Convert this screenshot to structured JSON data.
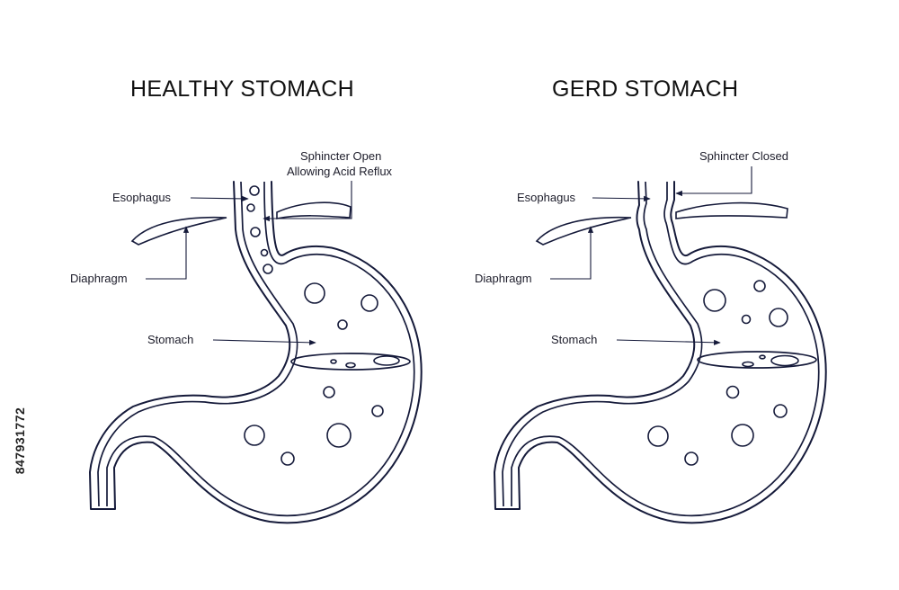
{
  "titles": {
    "healthy": "HEALTHY STOMACH",
    "gerd": "GERD STOMACH"
  },
  "healthy_labels": {
    "esophagus": "Esophagus",
    "diaphragm": "Diaphragm",
    "stomach": "Stomach",
    "sphincter_line1": "Sphincter Open",
    "sphincter_line2": "Allowing Acid Reflux"
  },
  "gerd_labels": {
    "esophagus": "Esophagus",
    "diaphragm": "Diaphragm",
    "stomach": "Stomach",
    "sphincter": "Sphincter Closed"
  },
  "stock_id": "847931772",
  "colors": {
    "line": "#151a3a",
    "background": "#ffffff"
  }
}
